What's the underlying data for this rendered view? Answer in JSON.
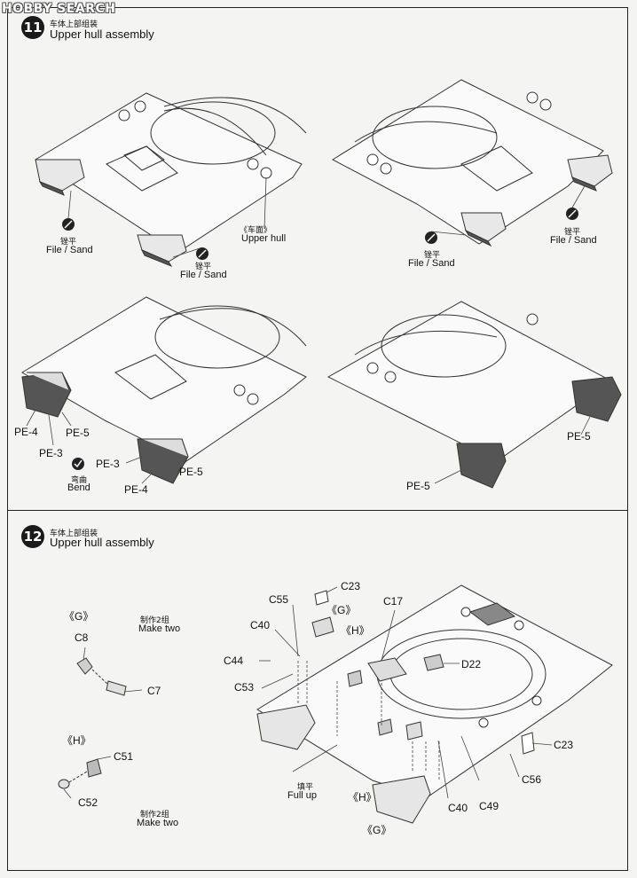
{
  "logo": "HOBBY SEARCH",
  "step11": {
    "number": "11",
    "title_cn": "车体上部组装",
    "title_en": "Upper hull assembly",
    "sand_cn": "锉平",
    "sand_en": "File / Sand",
    "hull_cn": "《车面》",
    "hull_en": "Upper hull",
    "bend_cn": "弯曲",
    "bend_en": "Bend",
    "pe4": "PE-4",
    "pe5": "PE-5",
    "pe3": "PE-3"
  },
  "step12": {
    "number": "12",
    "title_cn": "车体上部组装",
    "title_en": "Upper hull assembly",
    "make_two_cn": "制作2组",
    "make_two_en": "Make two",
    "fill_cn": "填平",
    "fill_en": "Full up",
    "sub_g": "《G》",
    "sub_h": "《H》",
    "parts": {
      "c8": "C8",
      "c7": "C7",
      "c51": "C51",
      "c52": "C52",
      "c55": "C55",
      "c23": "C23",
      "c40": "C40",
      "c44": "C44",
      "c53": "C53",
      "c17": "C17",
      "d22": "D22",
      "c56": "C56",
      "c49": "C49"
    }
  }
}
